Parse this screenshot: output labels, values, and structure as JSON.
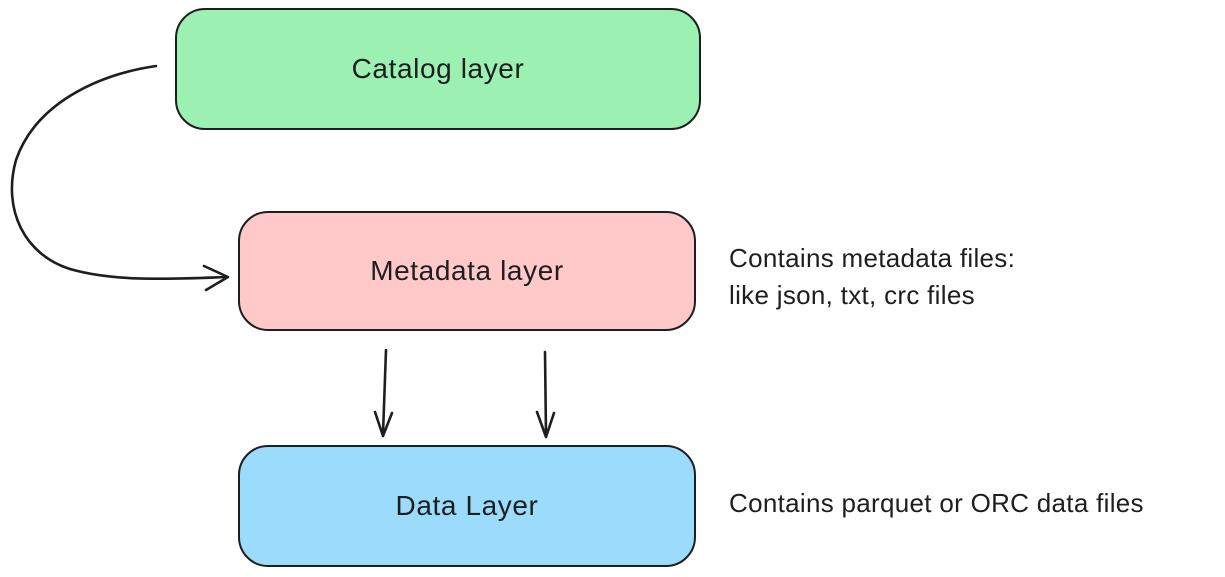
{
  "diagram": {
    "background_color": "#ffffff",
    "stroke_color": "#1e1e1e",
    "nodes": [
      {
        "id": "catalog-layer",
        "label": "Catalog layer",
        "fill": "#9bf0b2"
      },
      {
        "id": "metadata-layer",
        "label": "Metadata layer",
        "fill": "#ffc9c9"
      },
      {
        "id": "data-layer",
        "label": "Data Layer",
        "fill": "#9bdcfd"
      }
    ],
    "annotations": [
      {
        "id": "metadata-note",
        "line1": "Contains metadata files:",
        "line2": "like json, txt, crc files"
      },
      {
        "id": "data-note",
        "line1": "Contains parquet or ORC data files"
      }
    ],
    "arrows": [
      {
        "id": "catalog-to-metadata",
        "from": "Catalog layer",
        "to": "Metadata layer",
        "style": "curved-left"
      },
      {
        "id": "metadata-to-data-left",
        "from": "Metadata layer",
        "to": "Data Layer",
        "style": "straight-down"
      },
      {
        "id": "metadata-to-data-right",
        "from": "Metadata layer",
        "to": "Data Layer",
        "style": "straight-down"
      }
    ]
  }
}
